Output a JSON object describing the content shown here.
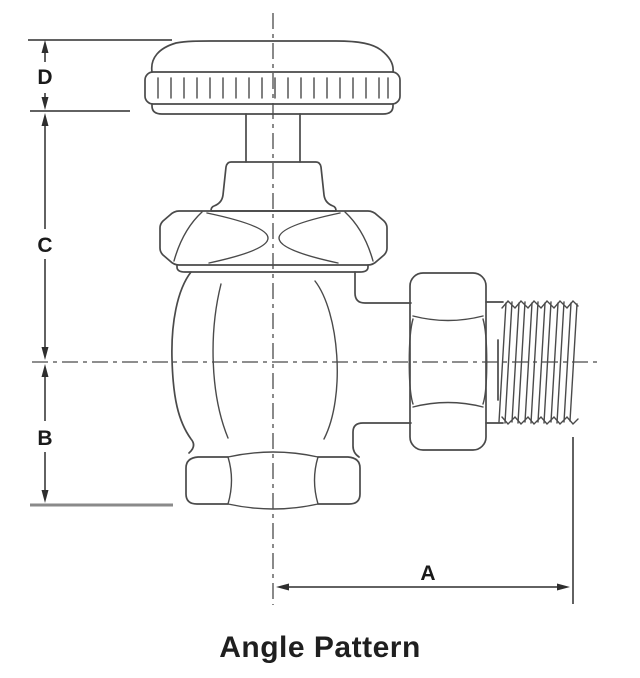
{
  "title": "Angle Pattern",
  "drawing": {
    "dimension_labels": {
      "d": "D",
      "c": "C",
      "b": "B",
      "a": "A"
    },
    "colors": {
      "line": "#4a4a4a",
      "dimension": "#2e2e2e",
      "label": "#1a1a1a",
      "baseline": "#8a8a8a",
      "background": "#ffffff"
    }
  }
}
